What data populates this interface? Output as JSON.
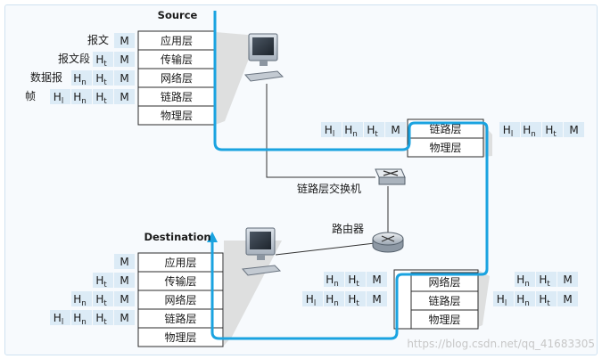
{
  "colors": {
    "accent": "#1aa3e0",
    "cell_fill": "#dcebf6",
    "panel_bg": "#f7fafd",
    "panel_border": "#cfe2f1",
    "box_line": "#2b2b2b",
    "shadow": "#d9d9d9",
    "watermark": "#c7c7c7"
  },
  "icons": {
    "source_host": "desktop-computer-icon",
    "destination_host": "desktop-computer-icon",
    "link_switch": "switch-icon",
    "router": "router-icon"
  },
  "labels": {
    "source": "Source",
    "destination": "Destination",
    "switch": "链路层交换机",
    "router": "路由器",
    "watermark": "https://blog.csdn.net/qq_41683305"
  },
  "source_stack": {
    "layers": [
      "应用层",
      "传输层",
      "网络层",
      "链路层",
      "物理层"
    ],
    "rows": [
      {
        "name": "报文",
        "cells": [
          {
            "t": "M"
          }
        ]
      },
      {
        "name": "报文段",
        "cells": [
          {
            "t": "H",
            "s": "t"
          },
          {
            "t": "M"
          }
        ]
      },
      {
        "name": "数据报",
        "cells": [
          {
            "t": "H",
            "s": "n"
          },
          {
            "t": "H",
            "s": "t"
          },
          {
            "t": "M"
          }
        ]
      },
      {
        "name": "帧",
        "cells": [
          {
            "t": "H",
            "s": "l"
          },
          {
            "t": "H",
            "s": "n"
          },
          {
            "t": "H",
            "s": "t"
          },
          {
            "t": "M"
          }
        ]
      }
    ]
  },
  "switch_stack": {
    "layers": [
      "链路层",
      "物理层"
    ],
    "in_frame": [
      {
        "t": "H",
        "s": "l"
      },
      {
        "t": "H",
        "s": "n"
      },
      {
        "t": "H",
        "s": "t"
      },
      {
        "t": "M"
      }
    ],
    "out_frame": [
      {
        "t": "H",
        "s": "l"
      },
      {
        "t": "H",
        "s": "n"
      },
      {
        "t": "H",
        "s": "t"
      },
      {
        "t": "M"
      }
    ]
  },
  "router_stack": {
    "layers": [
      "网络层",
      "链路层",
      "物理层"
    ],
    "in_rows": [
      [
        {
          "t": "H",
          "s": "n"
        },
        {
          "t": "H",
          "s": "t"
        },
        {
          "t": "M"
        }
      ],
      [
        {
          "t": "H",
          "s": "l"
        },
        {
          "t": "H",
          "s": "n"
        },
        {
          "t": "H",
          "s": "t"
        },
        {
          "t": "M"
        }
      ]
    ],
    "out_rows": [
      [
        {
          "t": "H",
          "s": "n"
        },
        {
          "t": "H",
          "s": "t"
        },
        {
          "t": "M"
        }
      ],
      [
        {
          "t": "H",
          "s": "l"
        },
        {
          "t": "H",
          "s": "n"
        },
        {
          "t": "H",
          "s": "t"
        },
        {
          "t": "M"
        }
      ]
    ]
  },
  "destination_stack": {
    "layers": [
      "应用层",
      "传输层",
      "网络层",
      "链路层",
      "物理层"
    ],
    "rows": [
      [
        {
          "t": "M"
        }
      ],
      [
        {
          "t": "H",
          "s": "t"
        },
        {
          "t": "M"
        }
      ],
      [
        {
          "t": "H",
          "s": "n"
        },
        {
          "t": "H",
          "s": "t"
        },
        {
          "t": "M"
        }
      ],
      [
        {
          "t": "H",
          "s": "l"
        },
        {
          "t": "H",
          "s": "n"
        },
        {
          "t": "H",
          "s": "t"
        },
        {
          "t": "M"
        }
      ]
    ]
  }
}
